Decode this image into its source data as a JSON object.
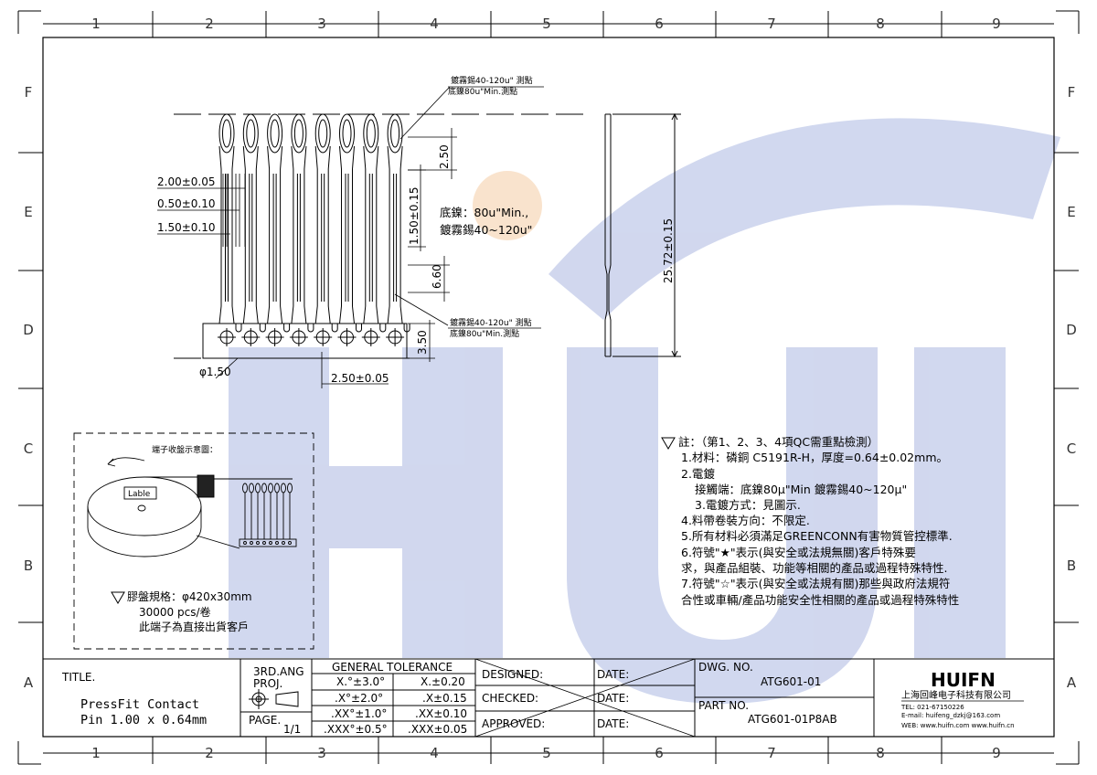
{
  "frame": {
    "columns": [
      "1",
      "2",
      "3",
      "4",
      "5",
      "6",
      "7",
      "8",
      "9"
    ],
    "rows": [
      "F",
      "E",
      "D",
      "C",
      "B",
      "A"
    ]
  },
  "watermark": {
    "text": "HUIFN",
    "color": "#c9d1ec"
  },
  "drawing": {
    "plating_callout_top_1": "鍍霧錫40-120u\" 測點",
    "plating_callout_top_2": "底鎳80u\"Min.測點",
    "plating_callout_bot_1": "鍍霧錫40-120u\" 測點",
    "plating_callout_bot_2": "底鎳80u\"Min.測點",
    "dim_pitch_width": "2.00±0.05",
    "dim_slot": "0.50±0.10",
    "dim_width": "1.50±0.10",
    "dim_top_250": "2.50",
    "dim_150_015": "1.50±0.15",
    "dim_660": "6.60",
    "dim_350": "3.50",
    "dim_hole": "φ1.50",
    "dim_pitch": "2.50±0.05",
    "dim_total": "25.72±0.15",
    "plating_note_1": "底鎳：80u\"Min.,",
    "plating_note_2": "鍍霧錫40~120u\""
  },
  "reel": {
    "title": "端子收盤示意圖：",
    "label": "Lable",
    "spec_1": "膠盤規格：φ420x30mm",
    "spec_2": "30000 pcs/卷",
    "spec_3": "此端子為直接出貨客戶"
  },
  "notes": [
    "註：（第1、2、3、4項QC需重點檢測）",
    "1.材料：磷銅 C5191R-H，厚度=0.64±0.02mm。",
    "2.電鍍",
    "接觸端：底鎳80μ\"Min 鍍霧錫40~120μ\"",
    "3.電鍍方式：見圖示.",
    "4.料帶卷裝方向：不限定.",
    "5.所有材料必須滿足GREENCONN有害物質管控標準.",
    "6.符號\"★\"表示(與安全或法規無關)客戶特殊要",
    "求，與產品組裝、功能等相關的產品或過程特殊特性.",
    "7.符號\"☆\"表示(與安全或法規有關)那些與政府法規符",
    "合性或車輛/產品功能安全性相關的產品或過程特殊特性"
  ],
  "title_block": {
    "title_label": "TITLE.",
    "title_line1": "PressFit Contact",
    "title_line2": "Pin 1.00 x 0.64mm",
    "proj_line1": "3RD.ANG",
    "proj_line2": "PROJ.",
    "page_label": "PAGE.",
    "page_value": "1/1",
    "tol_header": "GENERAL TOLERANCE",
    "tol_angle": [
      "X.°±3.0°",
      ".X°±2.0°",
      ".XX°±1.0°",
      ".XXX°±0.5°"
    ],
    "tol_linear": [
      "X.±0.20",
      ".X±0.15",
      ".XX±0.10",
      ".XXX±0.05"
    ],
    "designed": "DESIGNED:",
    "checked": "CHECKED:",
    "approved": "APPROVED:",
    "date": "DATE:",
    "dwg_label": "DWG. NO.",
    "dwg_value": "ATG601-01",
    "part_label": "PART NO.",
    "part_value": "ATG601-01P8AB",
    "logo": "HUIFN",
    "company": "上海回峰电子科技有限公司",
    "tel": "TEL: 021-67150226",
    "email": "E-mail: huifeng_dzkj@163.com",
    "web": "WEB: www.huifn.com  www.huifn.cn"
  }
}
